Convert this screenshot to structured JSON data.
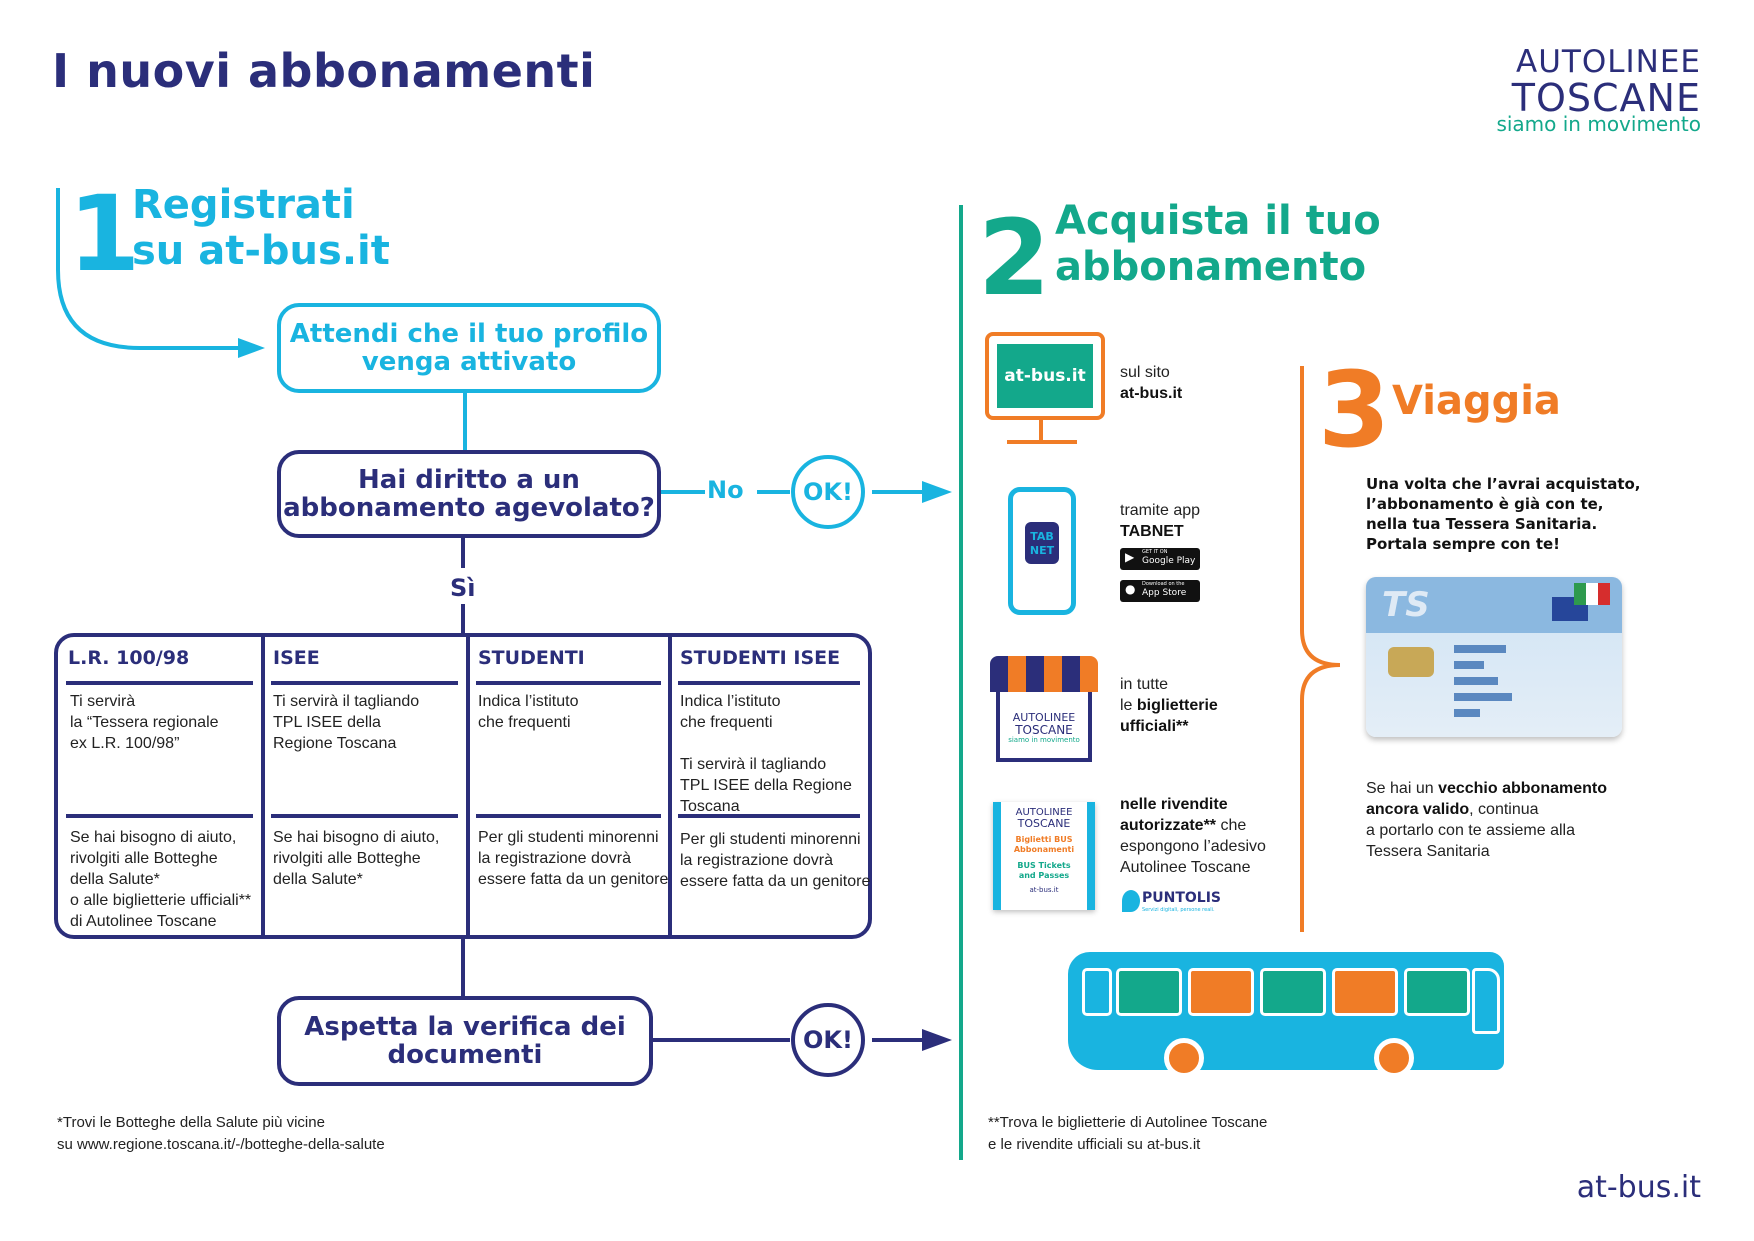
{
  "header": {
    "title": "I nuovi abbonamenti",
    "logo_line1": "AUTOLINEE",
    "logo_line2": "TOSCANE",
    "logo_tagline": "siamo in movimento"
  },
  "step1": {
    "number": "1",
    "title_line1": "Registrati",
    "title_line2": "su at-bus.it",
    "wait_box": "Attendi che il tuo profilo venga attivato",
    "question_box": "Hai diritto a un abbonamento agevolato?",
    "no_label": "No",
    "ok_label": "OK!",
    "yes_label": "Sì",
    "verify_box": "Aspetta la verifica dei documenti",
    "ok_label_2": "OK!"
  },
  "table": {
    "columns": [
      {
        "header": "L.R. 100/98",
        "top": "Ti servirà\nla “Tessera regionale\nex L.R. 100/98”",
        "bottom": "Se hai bisogno di aiuto,\nrivolgiti alle Botteghe\ndella Salute*\no alle biglietterie ufficiali**\ndi Autolinee Toscane"
      },
      {
        "header": "ISEE",
        "top": "Ti servirà il tagliando\nTPL ISEE della\nRegione Toscana",
        "bottom": "Se hai bisogno di aiuto,\nrivolgiti alle Botteghe\ndella Salute*"
      },
      {
        "header": "STUDENTI",
        "top": "Indica l’istituto\nche frequenti",
        "bottom": "Per gli studenti minorenni\nla registrazione dovrà\nessere fatta da un genitore"
      },
      {
        "header": "STUDENTI ISEE",
        "top": "Indica l’istituto\nche frequenti\n\nTi servirà il tagliando\nTPL ISEE della Regione\nToscana",
        "bottom": "Per gli studenti minorenni\nla registrazione dovrà\nessere fatta da un genitore"
      }
    ]
  },
  "step2": {
    "number": "2",
    "title_line1": "Acquista il tuo",
    "title_line2": "abbonamento",
    "web_screen": "at-bus.it",
    "web_line1": "sul sito",
    "web_line2": "at-bus.it",
    "app_line1": "tramite app",
    "app_line2": "TABNET",
    "app_logo_1": "TAB",
    "app_logo_2": "NET",
    "google_small": "GET IT ON",
    "google_big": "Google Play",
    "apple_small": "Download on the",
    "apple_big": "App Store",
    "shop_line1": "in tutte",
    "shop_line2a": "le ",
    "shop_line2b": "biglietterie",
    "shop_line3": "ufficiali**",
    "shop_logo1": "AUTOLINEE",
    "shop_logo2": "TOSCANE",
    "shop_logo3": "siamo in movimento",
    "resale_line1": "nelle rivendite",
    "resale_line2a": "autorizzate**",
    "resale_line2b": " che",
    "resale_line3": "espongono l’adesivo",
    "resale_line4": "Autolinee Toscane",
    "sticker_1": "AUTOLINEE",
    "sticker_2": "TOSCANE",
    "sticker_3": "Biglietti BUS",
    "sticker_4": "Abbonamenti",
    "sticker_5": "BUS Tickets",
    "sticker_6": "and Passes",
    "sticker_7": "at-bus.it",
    "puntolis": "PUNTOLIS",
    "puntolis_tag": "Servizi digitali, persone reali."
  },
  "step3": {
    "number": "3",
    "title": "Viaggia",
    "info_bold": "Una volta che l’avrai acquistato,\nl’abbonamento è già con te,\nnella tua Tessera Sanitaria.\nPortala sempre con te!",
    "card_ts": "TS",
    "old_a": "Se hai un ",
    "old_b": "vecchio abbonamento",
    "old_c": "ancora valido",
    "old_d": ", continua",
    "old_e": "a portarlo con te assieme alla",
    "old_f": "Tessera Sanitaria"
  },
  "footer": {
    "note1_line1": "*Trovi le Botteghe della Salute più vicine",
    "note1_line2": "su www.regione.toscana.it/-/botteghe-della-salute",
    "note2_line1": "**Trova le biglietterie di Autolinee Toscane",
    "note2_line2": "e le rivendite ufficiali su at-bus.it",
    "site": "at-bus.it"
  },
  "colors": {
    "navy": "#2b2e7a",
    "cyan": "#19b4e0",
    "teal": "#13a88b",
    "orange": "#f07c26"
  }
}
